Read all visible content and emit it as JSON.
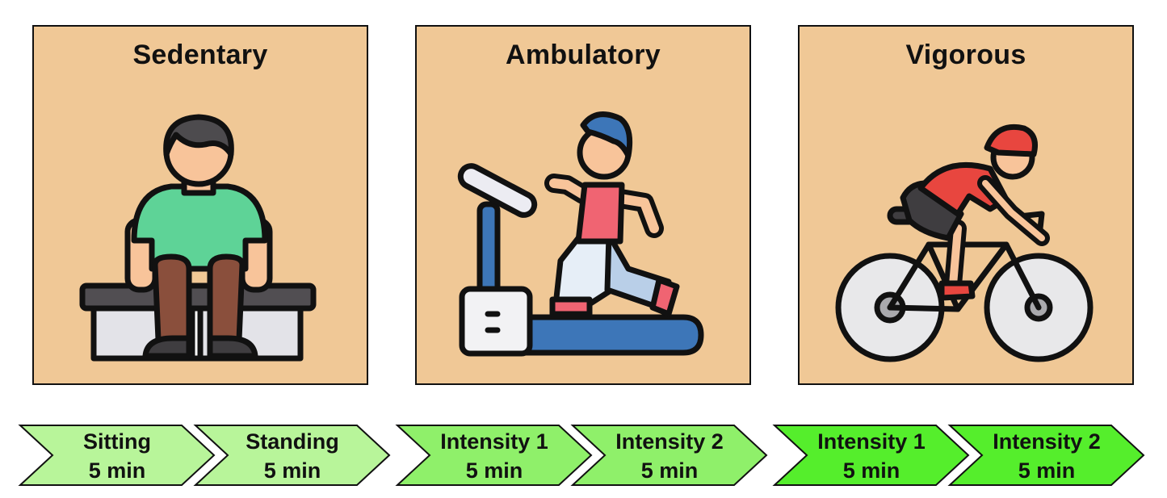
{
  "colors": {
    "panel_bg": "#f0c896",
    "stroke": "#111111",
    "chevron_light": "#b8f59a",
    "chevron_mid": "#8ff06a",
    "chevron_bright": "#55ee2c"
  },
  "panels": [
    {
      "title": "Sedentary",
      "icon": "person-sitting-on-bench-icon"
    },
    {
      "title": "Ambulatory",
      "icon": "person-on-treadmill-icon"
    },
    {
      "title": "Vigorous",
      "icon": "cyclist-icon"
    }
  ],
  "stages": [
    {
      "label": "Sitting",
      "duration": "5 min",
      "color": "#b8f59a"
    },
    {
      "label": "Standing",
      "duration": "5 min",
      "color": "#b8f59a"
    },
    {
      "label": "Intensity 1",
      "duration": "5 min",
      "color": "#8ff06a"
    },
    {
      "label": "Intensity 2",
      "duration": "5 min",
      "color": "#8ff06a"
    },
    {
      "label": "Intensity 1",
      "duration": "5 min",
      "color": "#55ee2c"
    },
    {
      "label": "Intensity 2",
      "duration": "5 min",
      "color": "#55ee2c"
    }
  ]
}
